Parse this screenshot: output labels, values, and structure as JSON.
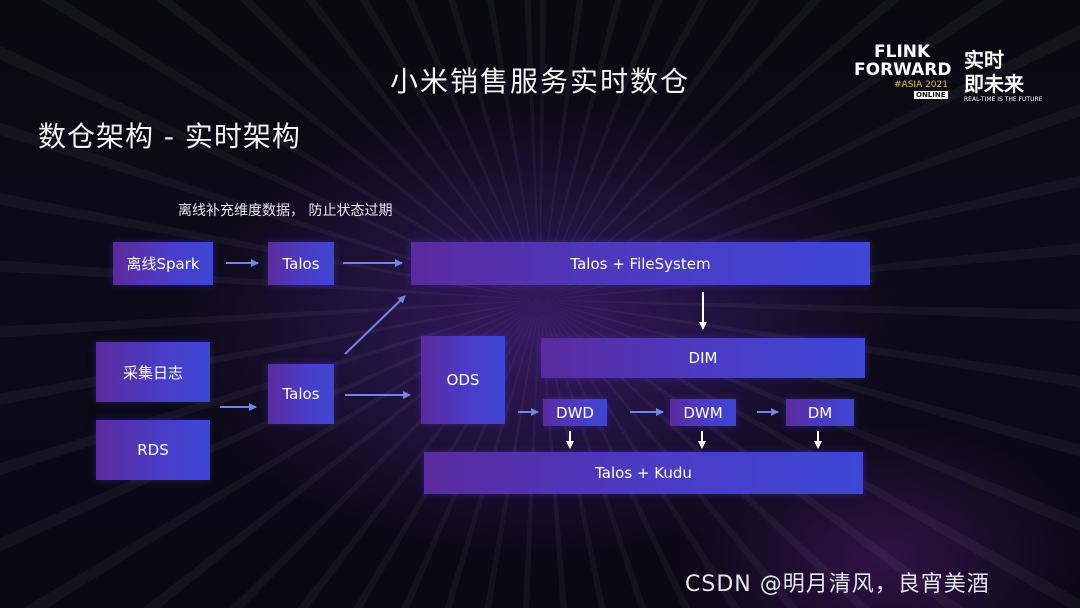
{
  "slide": {
    "title": "小米销售服务实时数仓",
    "subtitle": "数仓架构 - 实时架构",
    "note": "离线补充维度数据， 防止状态过期",
    "watermark": "CSDN @明月清风，良宵美酒"
  },
  "logo": {
    "line1": "FLINK",
    "line2": "FORWARD",
    "line3": "#ASIA 2021",
    "line4": "ONLINE",
    "cn1": "实时",
    "cn2": "即未来",
    "tagline": "REAL-TIME IS THE FUTURE"
  },
  "nodes": {
    "offline_spark": "离线Spark",
    "talos_top": "Talos",
    "talos_filesystem": "Talos + FileSystem",
    "collect_logs": "采集日志",
    "rds": "RDS",
    "talos_mid": "Talos",
    "ods": "ODS",
    "dim": "DIM",
    "dwd": "DWD",
    "dwm": "DWM",
    "dm": "DM",
    "talos_kudu": "Talos + Kudu"
  },
  "colors": {
    "node_start": "#5b2a9e",
    "node_end": "#3d46d6",
    "arrow": "#6f86e6",
    "arrow_white": "#ffffff"
  }
}
